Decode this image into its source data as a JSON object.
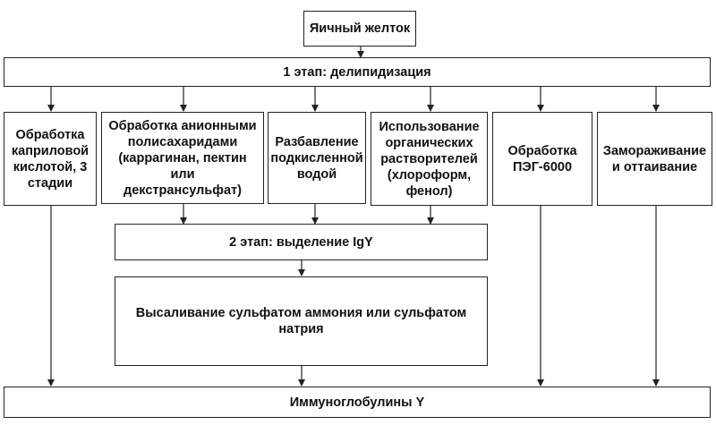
{
  "diagram": {
    "root": "Яичный желток",
    "stage1": "1 этап: делипидизация",
    "methods": [
      "Обработка\nкаприловой\nкислотой, 3\nстадии",
      "Обработка анионными\nполисахаридами\n(каррагинан, пектин или\nдекстрансульфат)",
      "Разбавление\nподкисленной\nводой",
      "Использование\nорганических\nрастворителей\n(хлороформ,\nфенол)",
      "Обработка\nПЭГ-6000",
      "Замораживание\nи оттаивание"
    ],
    "stage2": "2 этап: выделение IgY",
    "salting": "Высаливание сульфатом аммония или сульфатом натрия",
    "result": "Иммуноглобулины Y"
  },
  "colors": {
    "line": "#222222",
    "fill": "#ffffff"
  }
}
